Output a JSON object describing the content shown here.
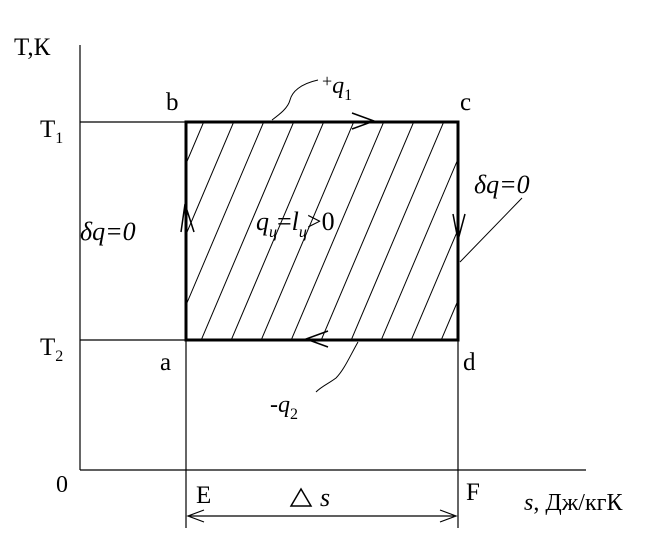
{
  "axes": {
    "y_label": "T,К",
    "x_label_s": "s",
    "x_label_unit": ", Дж/кгК",
    "origin": "0"
  },
  "temperatures": {
    "t1_base": "T",
    "t1_sub": "1",
    "t2_base": "T",
    "t2_sub": "2"
  },
  "points": {
    "a": "a",
    "b": "b",
    "c": "c",
    "d": "d",
    "E": "E",
    "F": "F"
  },
  "heat": {
    "top_sign": "+",
    "top_q": "q",
    "top_sub": "1",
    "bottom_sign": "-",
    "bottom_q": "q",
    "bottom_sub": "2",
    "cycle_q": "q",
    "cycle_q_sub": "ц",
    "cycle_eq": "=",
    "cycle_l": "l",
    "cycle_l_sub": "ц",
    "cycle_gt": ">0",
    "left_delta": "δq=0",
    "right_delta": "δq=0"
  },
  "delta_s": {
    "symbol": "s"
  }
}
